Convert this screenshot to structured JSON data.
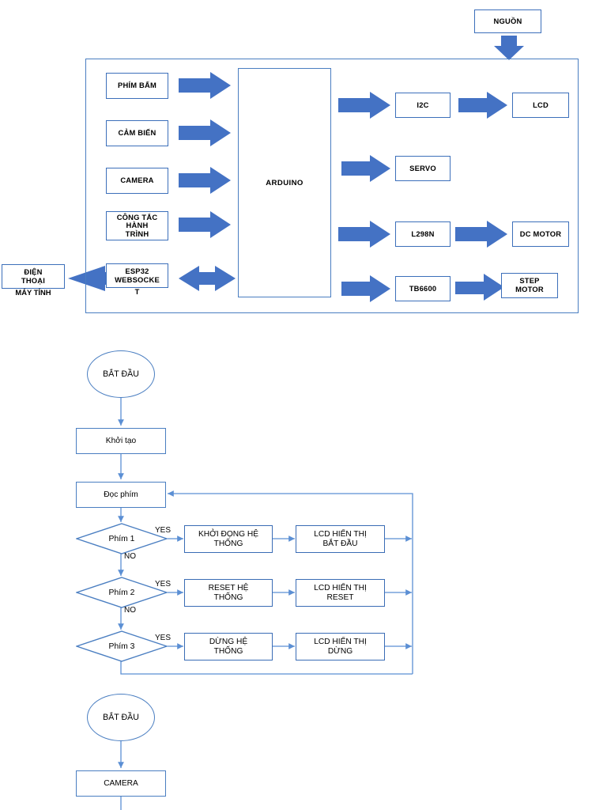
{
  "colors": {
    "arrow_blue": "#4472C4",
    "box_border_blue": "#4a7ec1",
    "line_blue": "#5b8fd4",
    "text_black": "#000000",
    "background": "#FFFFFF"
  },
  "block_diagram": {
    "power_box": {
      "label": "NGUỒN"
    },
    "controller": {
      "label": "ARDUINO"
    },
    "inputs": [
      {
        "label": "PHÍM BẤM"
      },
      {
        "label": "CẢM BIẾN"
      },
      {
        "label": "CAMERA"
      },
      {
        "label": "CÔNG TẮC HÀNH TRÌNH",
        "line1": "CÔNG TẮC",
        "line2": "HÀNH",
        "line3": "TRÌNH"
      },
      {
        "label": "ESP32 WEBSOCKET",
        "line1": "ESP32",
        "line2": "WEBSOCKE",
        "line3": "T"
      }
    ],
    "external": {
      "label": "ĐIỆN THOẠI MÁY TÍNH",
      "line1": "ĐIỆN",
      "line2": "THOẠI",
      "line3": "MÁY TÍNH"
    },
    "outputs": [
      {
        "driver": "I2C",
        "device": "LCD"
      },
      {
        "driver": "SERVO",
        "device": ""
      },
      {
        "driver": "L298N",
        "device": "DC MOTOR"
      },
      {
        "driver": "TB6600",
        "device": "STEP MOTOR",
        "device_line1": "STEP",
        "device_line2": "MOTOR"
      }
    ]
  },
  "flowchart_keypad": {
    "start": {
      "label": "BẮT ĐẦU"
    },
    "init": {
      "label": "Khởi tạo"
    },
    "read_key": {
      "label": "Đọc phím"
    },
    "branches": [
      {
        "decision": "Phím 1",
        "yes_label": "YES",
        "no_label": "NO",
        "action_line1": "KHỞI ĐỌNG HỆ",
        "action_line2": "THỐNG",
        "display_line1": "LCD HIỂN THỊ",
        "display_line2": "BẮT ĐẦU"
      },
      {
        "decision": "Phím 2",
        "yes_label": "YES",
        "no_label": "NO",
        "action_line1": "RESET HỆ",
        "action_line2": "THỐNG",
        "display_line1": "LCD HIỂN THỊ",
        "display_line2": "RESET"
      },
      {
        "decision": "Phím 3",
        "yes_label": "YES",
        "no_label": "",
        "action_line1": "DỪNG HỆ",
        "action_line2": "THỐNG",
        "display_line1": "LCD HIỂN THỊ",
        "display_line2": "DỪNG"
      }
    ]
  },
  "flowchart_camera": {
    "start": {
      "label": "BẮT ĐẦU"
    },
    "camera": {
      "label": "CAMERA"
    }
  }
}
